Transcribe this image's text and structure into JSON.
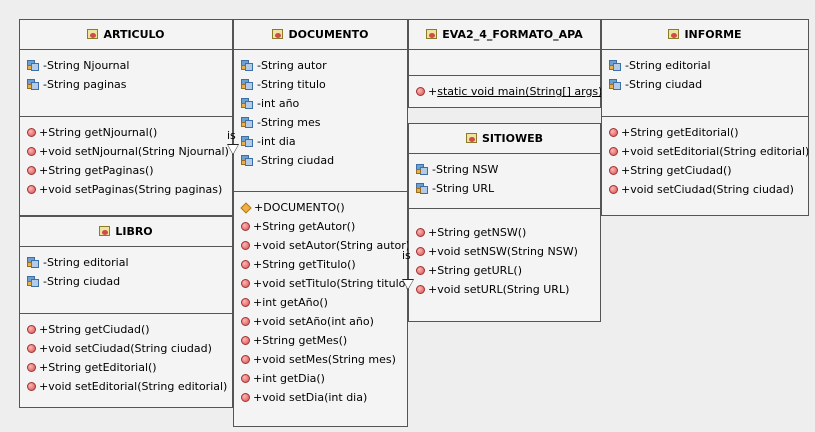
{
  "classes": {
    "articulo": {
      "name": "ARTICULO",
      "fields": [
        "String Njournal",
        "String paginas"
      ],
      "methods": [
        "String getNjournal()",
        "void setNjournal(String Njournal)",
        "String getPaginas()",
        "void setPaginas(String paginas)"
      ]
    },
    "documento": {
      "name": "DOCUMENTO",
      "fields": [
        "String autor",
        "String titulo",
        "int año",
        "String mes",
        "int dia",
        "String ciudad"
      ],
      "constructor": "DOCUMENTO()",
      "methods": [
        "String getAutor()",
        "void setAutor(String autor)",
        "String getTitulo()",
        "void setTitulo(String titulo)",
        "int getAño()",
        "void setAño(int año)",
        "String getMes()",
        "void setMes(String mes)",
        "int getDia()",
        "void setDia(int dia)"
      ]
    },
    "eva": {
      "name": "EVA2_4_FORMATO_APA",
      "methods": [
        "static void main(String[] args)"
      ]
    },
    "informe": {
      "name": "INFORME",
      "fields": [
        "String editorial",
        "String ciudad"
      ],
      "methods": [
        "String getEditorial()",
        "void setEditorial(String editorial)",
        "String getCiudad()",
        "void setCiudad(String ciudad)"
      ]
    },
    "libro": {
      "name": "LIBRO",
      "fields": [
        "String editorial",
        "String ciudad"
      ],
      "methods": [
        "String getCiudad()",
        "void setCiudad(String ciudad)",
        "String getEditorial()",
        "void setEditorial(String editorial)"
      ]
    },
    "sitioweb": {
      "name": "SITIOWEB",
      "fields": [
        "String NSW",
        "String URL"
      ],
      "methods": [
        "String getNSW()",
        "void setNSW(String NSW)",
        "String getURL()",
        "void setURL(String URL)"
      ]
    }
  },
  "visibility": {
    "private": "-",
    "public": "+"
  },
  "relations": {
    "is_label": "is"
  }
}
